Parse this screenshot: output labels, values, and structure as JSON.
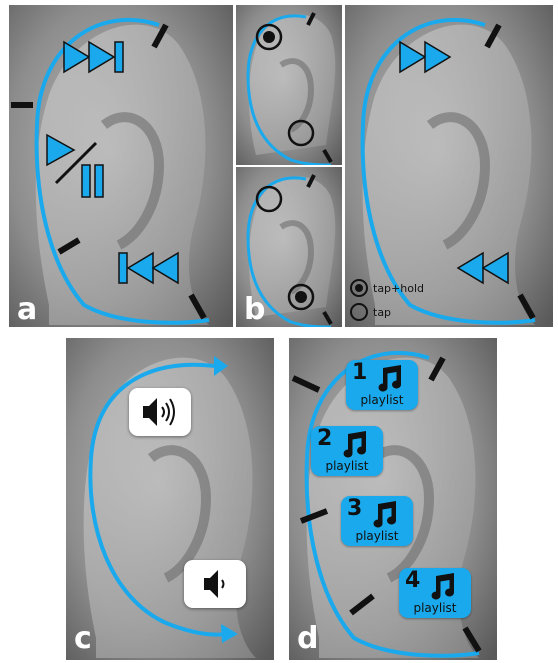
{
  "panels": {
    "a": {
      "label": "a"
    },
    "b": {
      "label": "b",
      "legend": {
        "hold_label": "tap+hold",
        "tap_label": "tap"
      }
    },
    "c": {
      "label": "c"
    },
    "d": {
      "label": "d",
      "playlists": [
        {
          "number": "1",
          "label": "playlist"
        },
        {
          "number": "2",
          "label": "playlist"
        },
        {
          "number": "3",
          "label": "playlist"
        },
        {
          "number": "4",
          "label": "playlist"
        }
      ]
    }
  },
  "colors": {
    "accent": "#1aa9ec",
    "ink": "#111111",
    "skin": "#8e8e8e"
  },
  "icons": [
    "skip-forward-icon",
    "play-pause-icon",
    "skip-back-icon",
    "fast-forward-icon",
    "rewind-icon",
    "volume-up-icon",
    "volume-down-icon",
    "music-note-icon"
  ]
}
